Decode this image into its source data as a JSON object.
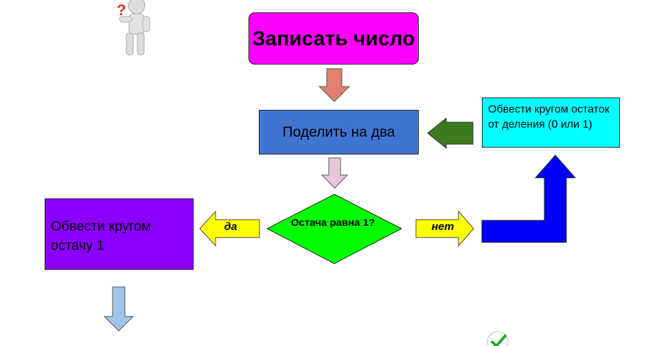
{
  "nodes": {
    "start": "Записать число",
    "divide": "Поделить на два",
    "decision": "Остача равна 1?",
    "circle_one": "Обвести кругом остачу 1",
    "circle_remainder": "Обвести кругом остаток от деления (0 или 1)"
  },
  "edges": {
    "yes": "да",
    "no": "нет"
  },
  "colors": {
    "start": "#ff00ff",
    "divide": "#3f74d3",
    "decision": "#00ff00",
    "circle_one": "#8b00ff",
    "circle_remainder": "#00ffff",
    "arrow_start": "#e08070",
    "arrow_divide": "#e8c8d8",
    "arrow_feedback": "#3b7a1f",
    "arrow_yes_no": "#ffff00",
    "arrow_blue": "#0000ff",
    "arrow_down": "#9fc5e8"
  },
  "icons": {
    "figure": "question-figure-icon",
    "check": "check-icon"
  }
}
